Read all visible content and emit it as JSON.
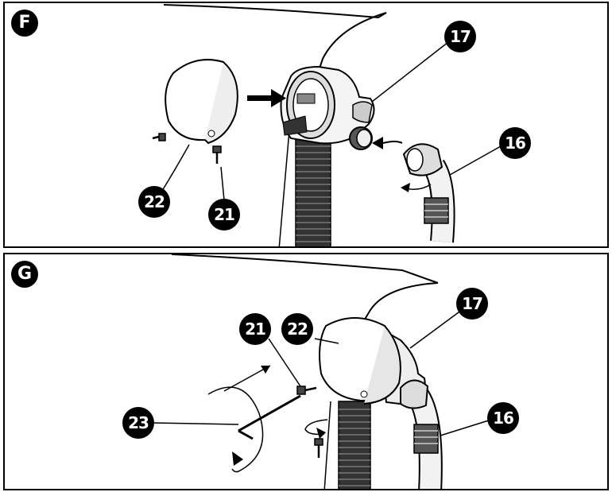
{
  "panels": [
    {
      "letter": "F",
      "callouts": {
        "c17": "17",
        "c16": "16",
        "c22": "22",
        "c21": "21"
      }
    },
    {
      "letter": "G",
      "callouts": {
        "c17": "17",
        "c16": "16",
        "c22": "22",
        "c21": "21",
        "c23": "23"
      }
    }
  ]
}
